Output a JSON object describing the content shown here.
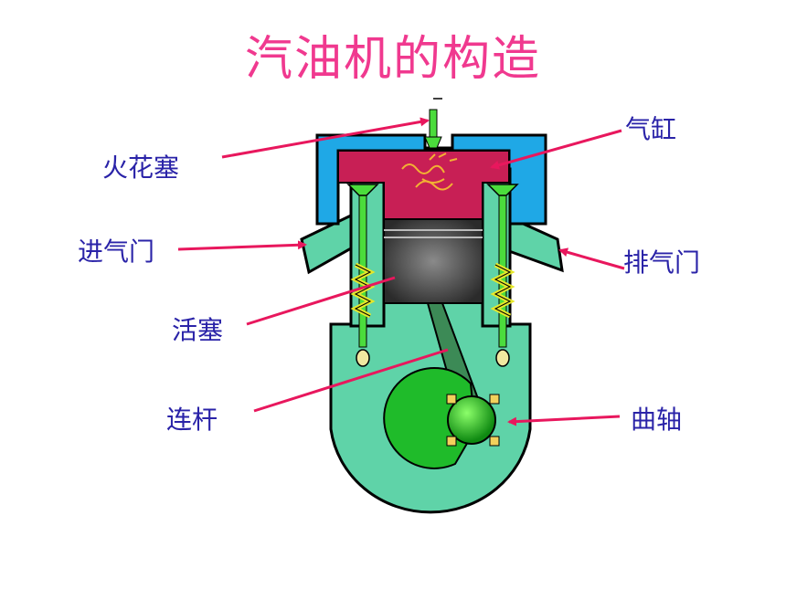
{
  "title": "汽油机的构造",
  "labels": {
    "spark_plug": "火花塞",
    "cylinder": "气缸",
    "intake_valve": "进气门",
    "exhaust_valve": "排气门",
    "piston": "活塞",
    "connecting_rod": "连杆",
    "crankshaft": "曲轴"
  },
  "colors": {
    "title": "#f0398f",
    "label": "#2a23a8",
    "arrow": "#e8175d",
    "block": "#5fd3a8",
    "cylinder_head": "#1fa8e6",
    "combustion": "#c81f55",
    "piston": "#555555",
    "valve": "#4bdc3c",
    "spring": "#e6e82a",
    "outline": "#000000"
  }
}
